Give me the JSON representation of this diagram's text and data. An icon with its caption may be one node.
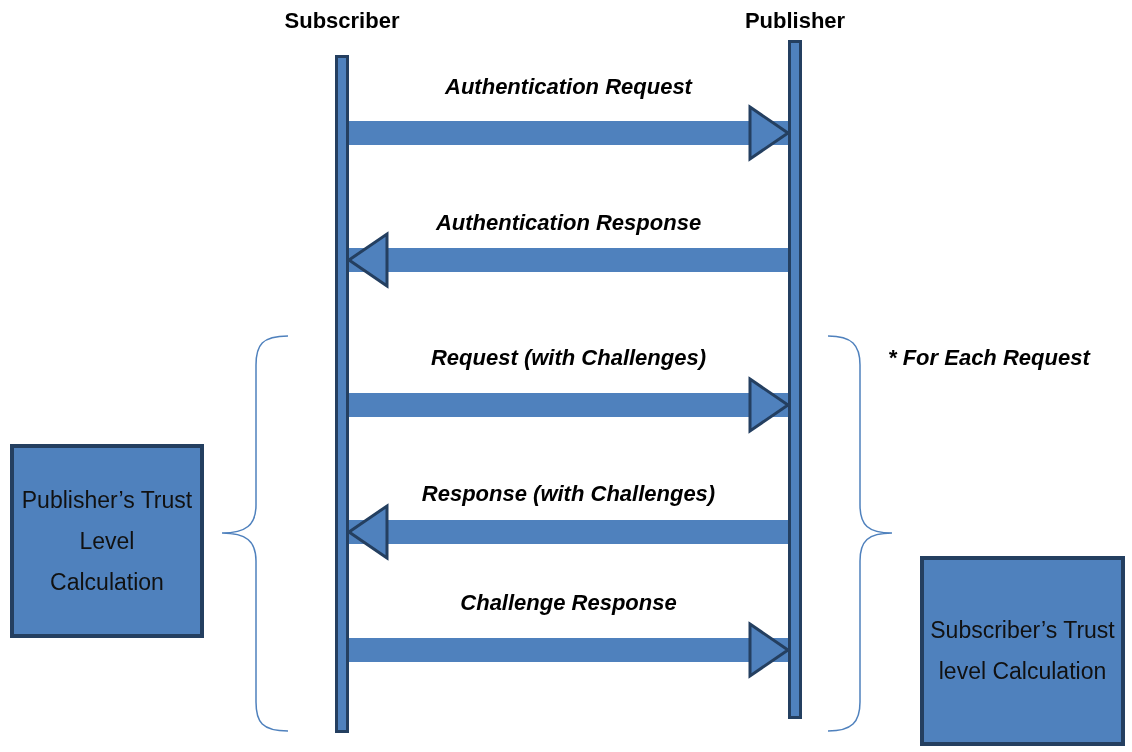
{
  "diagram": {
    "nodes": [
      {
        "text": [
          "Subscriber"
        ]
      },
      {
        "text": [
          "Publisher"
        ]
      },
      {
        "text": [
          "Publisher’s Trust Level Calculation"
        ]
      },
      {
        "text": [
          "Subscriber’s Trust level Calculation"
        ]
      }
    ],
    "edges": [
      {
        "from": 0,
        "to": 1,
        "arrow": "to",
        "label": "Authentication Request"
      },
      {
        "from": 1,
        "to": 0,
        "arrow": "to",
        "label": "Authentication Response"
      },
      {
        "from": 0,
        "to": 1,
        "arrow": "to",
        "label": "Request (with Challenges)"
      },
      {
        "from": 1,
        "to": 0,
        "arrow": "to",
        "label": "Response (with Challenges)"
      },
      {
        "from": 0,
        "to": 1,
        "arrow": "to",
        "label": "Challenge Response"
      }
    ],
    "labels": [
      "* For Each Request"
    ]
  }
}
